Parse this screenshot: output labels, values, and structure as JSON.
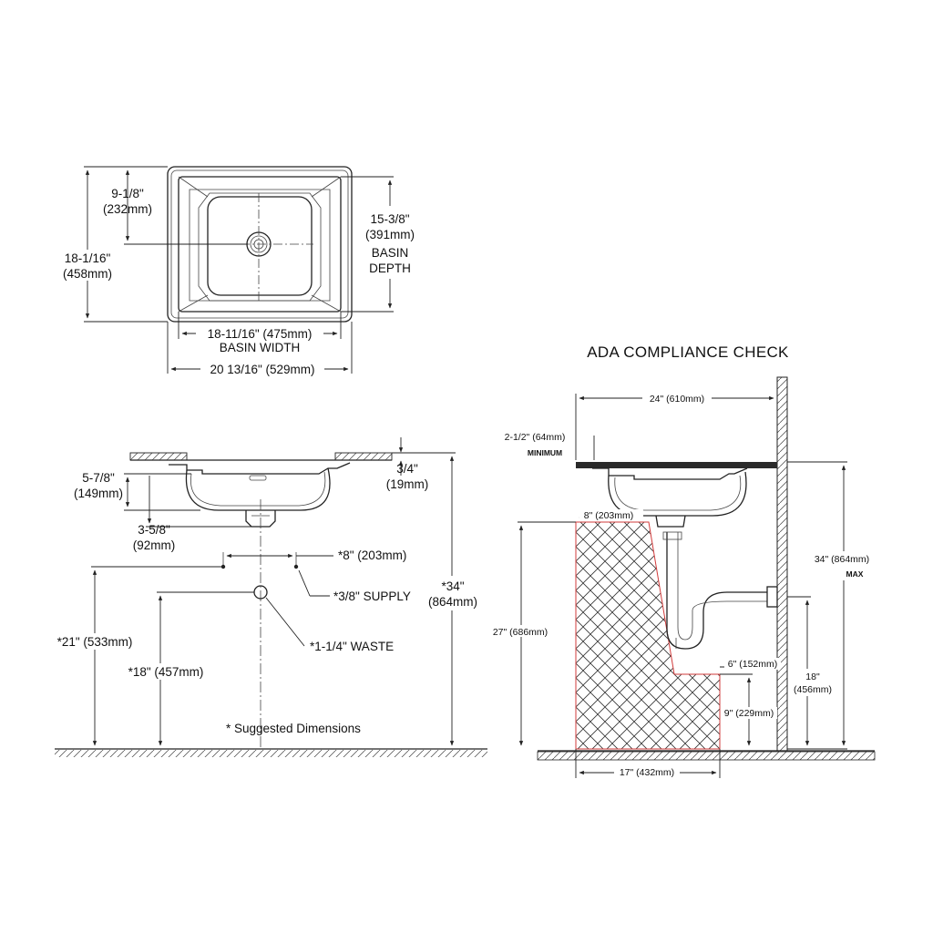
{
  "top_view": {
    "dim_center_in": "9-1/8\"",
    "dim_center_mm": "(232mm)",
    "dim_overall_depth_in": "18-1/16\"",
    "dim_overall_depth_mm": "(458mm)",
    "dim_basin_depth_in": "15-3/8\"",
    "dim_basin_depth_mm": "(391mm)",
    "basin_depth_label_1": "BASIN",
    "basin_depth_label_2": "DEPTH",
    "dim_basin_width": "18-11/16\" (475mm)",
    "basin_width_label": "BASIN WIDTH",
    "dim_overall_width": "20 13/16\" (529mm)"
  },
  "side_view": {
    "dim_bowl_depth_in": "5-7/8\"",
    "dim_bowl_depth_mm": "(149mm)",
    "dim_rim_in": "3/4\"",
    "dim_rim_mm": "(19mm)",
    "dim_drain_in": "3-5/8\"",
    "dim_drain_mm": "(92mm)",
    "dim_supply_spacing": "*8\" (203mm)",
    "supply_label": "*3/8\" SUPPLY",
    "dim_overall_height_in": "*34\"",
    "dim_overall_height_mm": "(864mm)",
    "dim_supply_height": "*21\" (533mm)",
    "waste_label": "*1-1/4\" WASTE",
    "dim_waste_height": "*18\" (457mm)",
    "note": "* Suggested Dimensions"
  },
  "ada": {
    "title": "ADA COMPLIANCE CHECK",
    "dim_depth": "24\" (610mm)",
    "dim_min": "2-1/2\" (64mm)",
    "min_label": "MINIMUM",
    "dim_knee": "8\" (203mm)",
    "dim_max_height": "34\" (864mm)",
    "max_label": "MAX",
    "dim_knee_height": "27\" (686mm)",
    "dim_toe_depth": "6\" (152mm)",
    "dim_trap_in": "18\"",
    "dim_trap_mm": "(456mm)",
    "dim_toe_height": "9\" (229mm)",
    "dim_floor_depth": "17\" (432mm)",
    "colors": {
      "clearance_outline": "#d23b3b",
      "counter": "#2a2a2a"
    }
  }
}
